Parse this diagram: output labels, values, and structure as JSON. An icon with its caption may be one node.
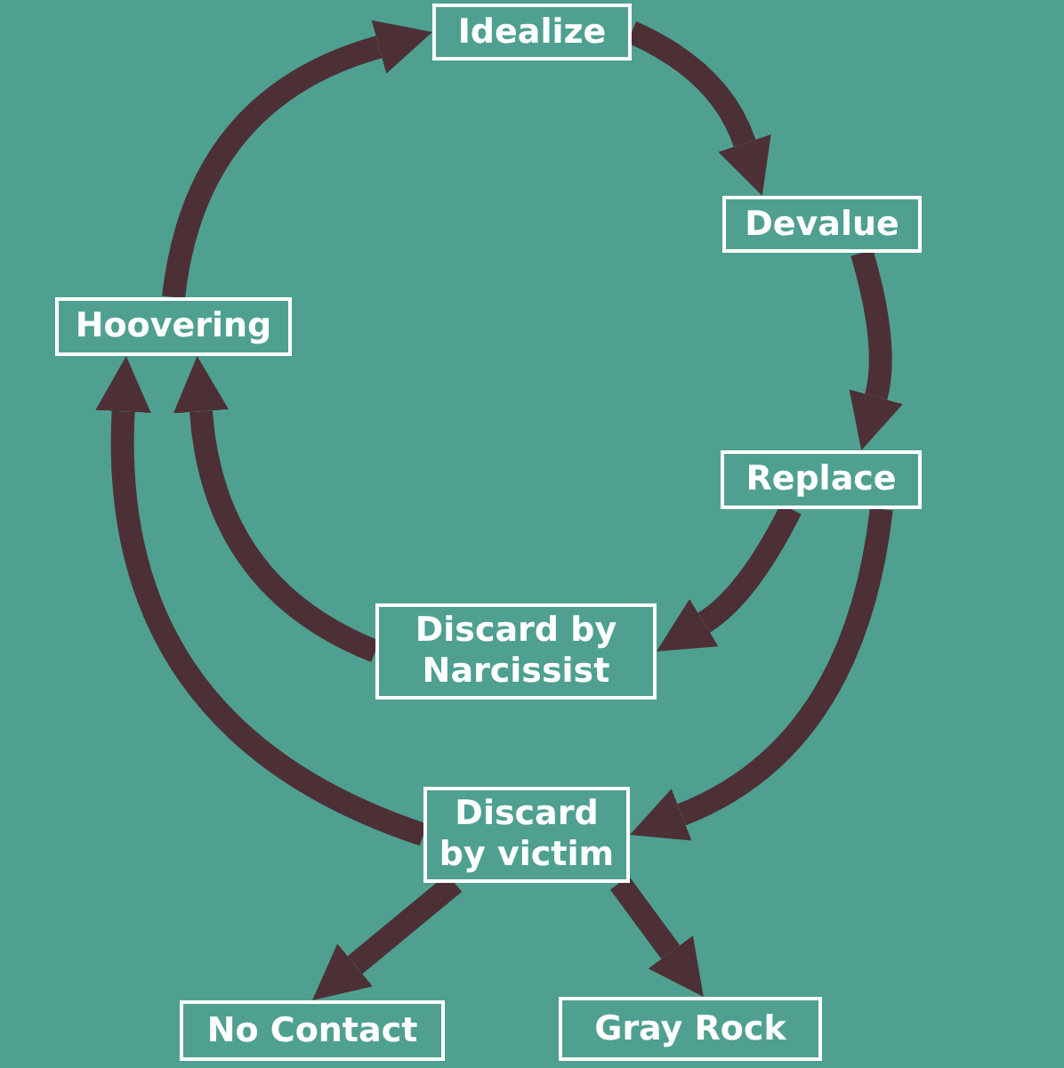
{
  "diagram": {
    "nodes": [
      {
        "text": [
          "Idealize"
        ]
      },
      {
        "text": [
          "Devalue"
        ]
      },
      {
        "text": [
          "Hoovering"
        ]
      },
      {
        "text": [
          "Replace"
        ]
      },
      {
        "text": [
          "Discard by Narcissist"
        ]
      },
      {
        "text": [
          "Discard by victim"
        ]
      },
      {
        "text": [
          "No Contact"
        ]
      },
      {
        "text": [
          "Gray Rock"
        ]
      }
    ],
    "edges": [
      {
        "from": 0,
        "to": 1,
        "arrow": "to"
      },
      {
        "from": 1,
        "to": 3,
        "arrow": "to"
      },
      {
        "from": 3,
        "to": 4,
        "arrow": "to"
      },
      {
        "from": 3,
        "to": 5,
        "arrow": "to"
      },
      {
        "from": 4,
        "to": 2,
        "arrow": "to"
      },
      {
        "from": 5,
        "to": 2,
        "arrow": "to"
      },
      {
        "from": 2,
        "to": 0,
        "arrow": "to"
      },
      {
        "from": 5,
        "to": 6,
        "arrow": "to"
      },
      {
        "from": 5,
        "to": 7,
        "arrow": "to"
      }
    ]
  }
}
